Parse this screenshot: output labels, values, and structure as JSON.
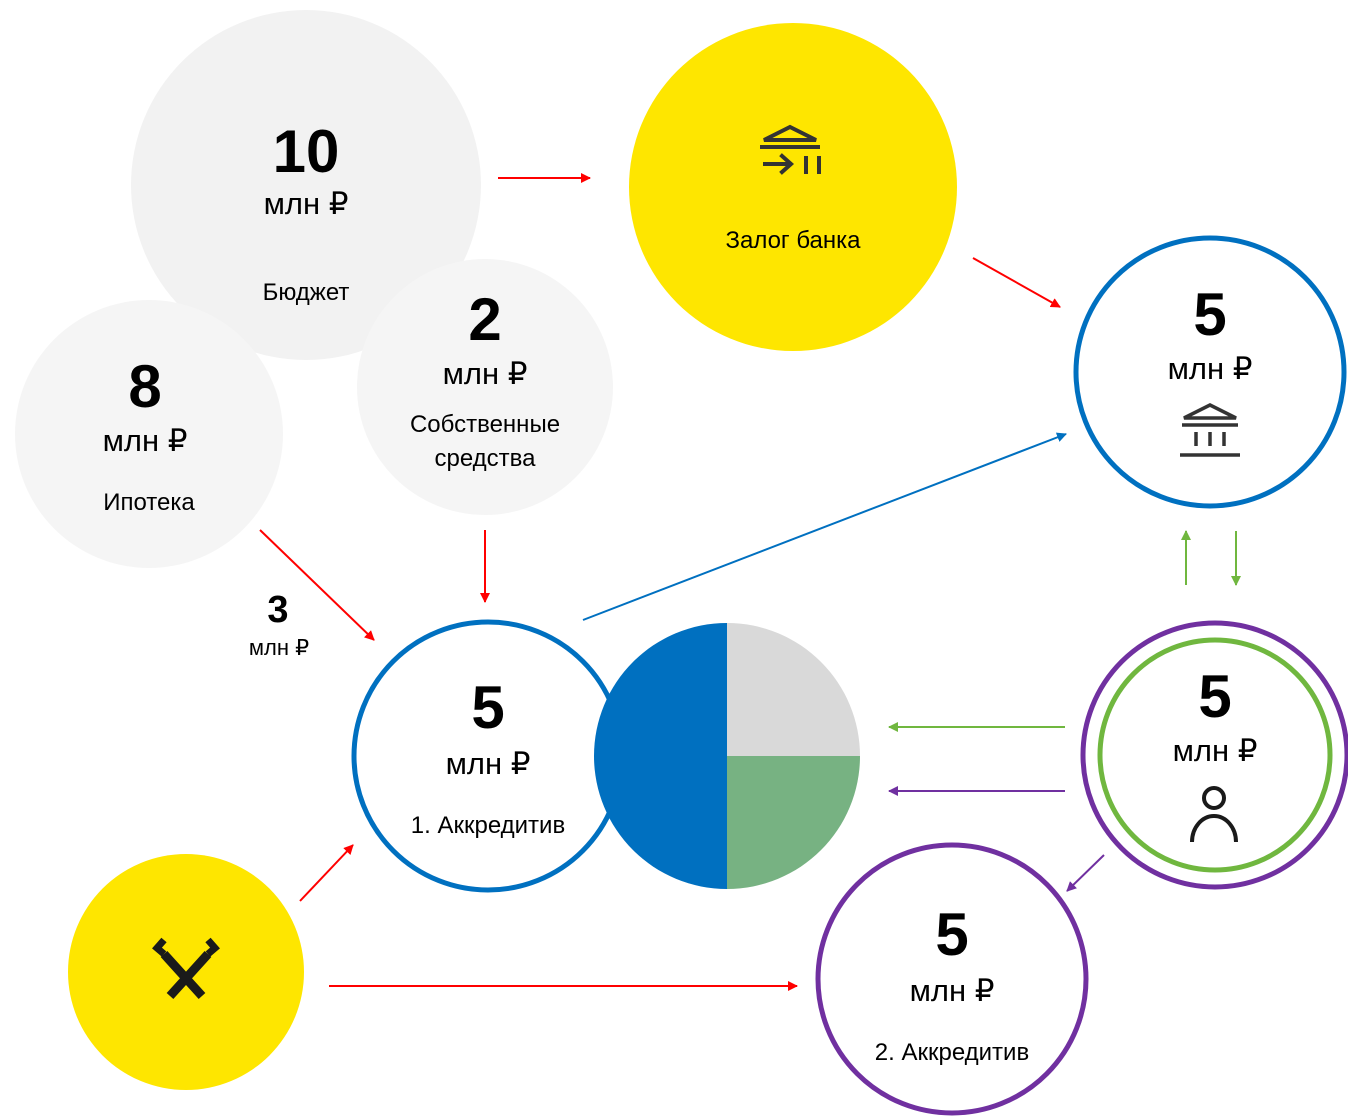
{
  "colors": {
    "red": "#ff0000",
    "blue": "#0070c0",
    "green": "#70b73f",
    "purple": "#7030a0",
    "yellow": "#fee600",
    "gray_light": "#f2f2f2",
    "gray_lighter": "#f5f5f5",
    "pie_gray": "#d9d9d9",
    "pie_green": "#77b282",
    "icon_dark": "#333333"
  },
  "budget": {
    "amount": "10",
    "unit": "млн ₽",
    "label": "Бюджет"
  },
  "mortgage": {
    "amount": "8",
    "unit": "млн ₽",
    "label": "Ипотека"
  },
  "own_funds": {
    "amount": "2",
    "unit": "млн ₽",
    "label_line1": "Собственные",
    "label_line2": "средства"
  },
  "bank_pledge": {
    "label": "Залог банка",
    "icon": "bank-transfer-icon"
  },
  "bank": {
    "amount": "5",
    "unit": "млн ₽",
    "icon": "bank-icon"
  },
  "arrow_label": {
    "amount": "3",
    "unit": "млн ₽"
  },
  "loc1": {
    "amount": "5",
    "unit": "млн ₽",
    "label": "1. Аккредитив"
  },
  "seller": {
    "amount": "5",
    "unit": "млн ₽",
    "icon": "person-icon"
  },
  "loc2": {
    "amount": "5",
    "unit": "млн ₽",
    "label": "2. Аккредитив"
  },
  "raiffeisen": {
    "icon": "raiffeisen-logo-icon"
  },
  "pie": {
    "quadrants": [
      "blue",
      "gray",
      "blue",
      "green"
    ]
  }
}
